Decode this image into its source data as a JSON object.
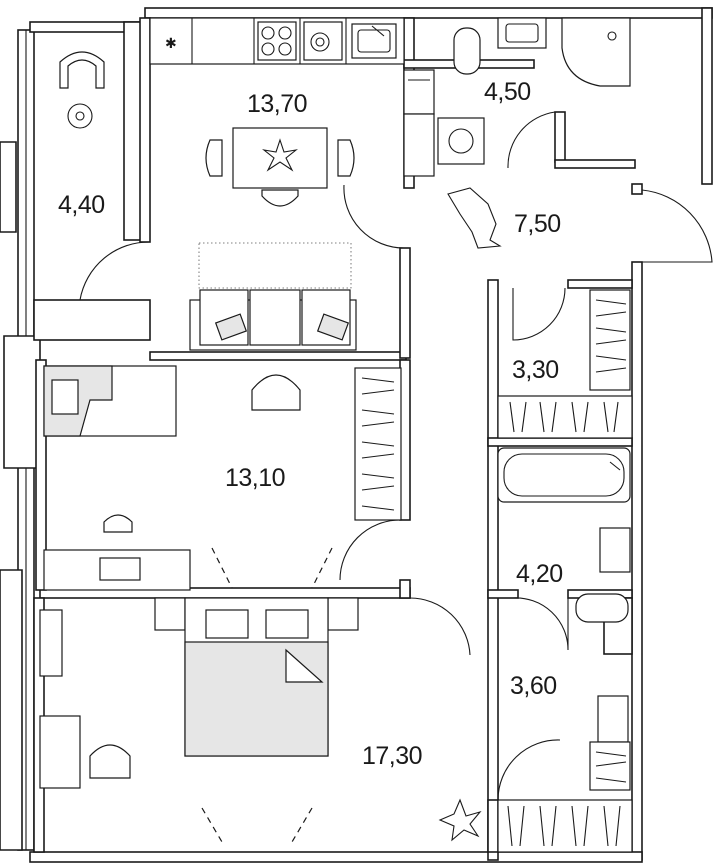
{
  "rooms": [
    {
      "id": "balcony",
      "area": "4,40"
    },
    {
      "id": "kitchen-living",
      "area": "13,70"
    },
    {
      "id": "bathroom-top",
      "area": "4,50"
    },
    {
      "id": "hall",
      "area": "7,50"
    },
    {
      "id": "closet",
      "area": "3,30"
    },
    {
      "id": "bedroom-middle",
      "area": "13,10"
    },
    {
      "id": "bathroom-middle",
      "area": "4,20"
    },
    {
      "id": "corridor-lower",
      "area": "3,60"
    },
    {
      "id": "bedroom-master",
      "area": "17,30"
    }
  ]
}
